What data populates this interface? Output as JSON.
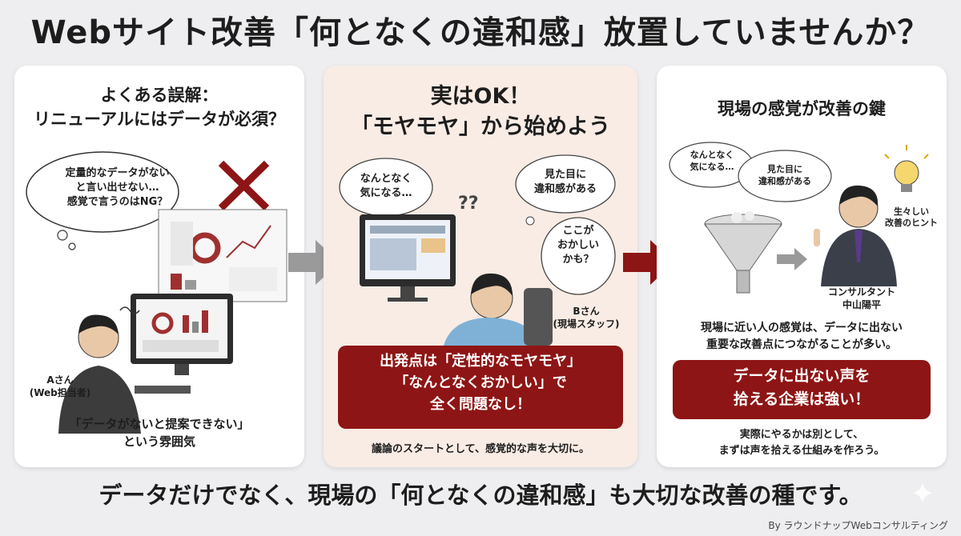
{
  "title": "Webサイト改善「何となくの違和感」放置していませんか？",
  "panel1": {
    "heading_line1": "よくある誤解：",
    "heading_line2": "リニューアルにはデータが必須？",
    "thought_line1": "定量的なデータがない",
    "thought_line2": "と言い出せない…",
    "thought_line3": "感覚で言うのはNG？",
    "person_label_line1": "Aさん",
    "person_label_line2": "(Web担当者)",
    "caption_line1": "「データがないと提案できない」",
    "caption_line2": "という雰囲気"
  },
  "panel2": {
    "heading_line1": "実はOK！",
    "heading_line2": "「モヤモヤ」から始めよう",
    "bubble1_line1": "なんとなく",
    "bubble1_line2": "気になる…",
    "bubble2_line1": "見た目に",
    "bubble2_line2": "違和感がある",
    "bubble3_line1": "ここが",
    "bubble3_line2": "おかしい",
    "bubble3_line3": "かも？",
    "question_marks": "??",
    "person_label_line1": "Bさん",
    "person_label_line2": "(現場スタッフ)",
    "box_line1": "出発点は「定性的なモヤモヤ」",
    "box_line2": "「なんとなくおかしい」で",
    "box_line3": "全く問題なし！",
    "caption": "議論のスタートとして、感覚的な声を大切に。"
  },
  "panel3": {
    "heading": "現場の感覚が改善の鍵",
    "bubble1_line1": "なんとなく",
    "bubble1_line2": "気になる…",
    "bubble2_line1": "見た目に",
    "bubble2_line2": "違和感がある",
    "hint_line1": "生々しい",
    "hint_line2": "改善のヒント",
    "consultant_line1": "コンサルタント",
    "consultant_line2": "中山陽平",
    "text_line1": "現場に近い人の感覚は、データに出ない",
    "text_line2": "重要な改善点につながることが多い。",
    "box_line1": "データに出ない声を",
    "box_line2": "拾える企業は強い！",
    "caption_line1": "実際にやるかは別として、",
    "caption_line2": "まずは声を拾える仕組みを作ろう。"
  },
  "footer": "データだけでなく、現場の「何となくの違和感」も大切な改善の種です。",
  "credit": "By ラウンドナップWebコンサルティング",
  "colors": {
    "accent_red": "#8e1515",
    "arrow_gray": "#9a9a9a",
    "card2_bg": "#f9ece4"
  }
}
